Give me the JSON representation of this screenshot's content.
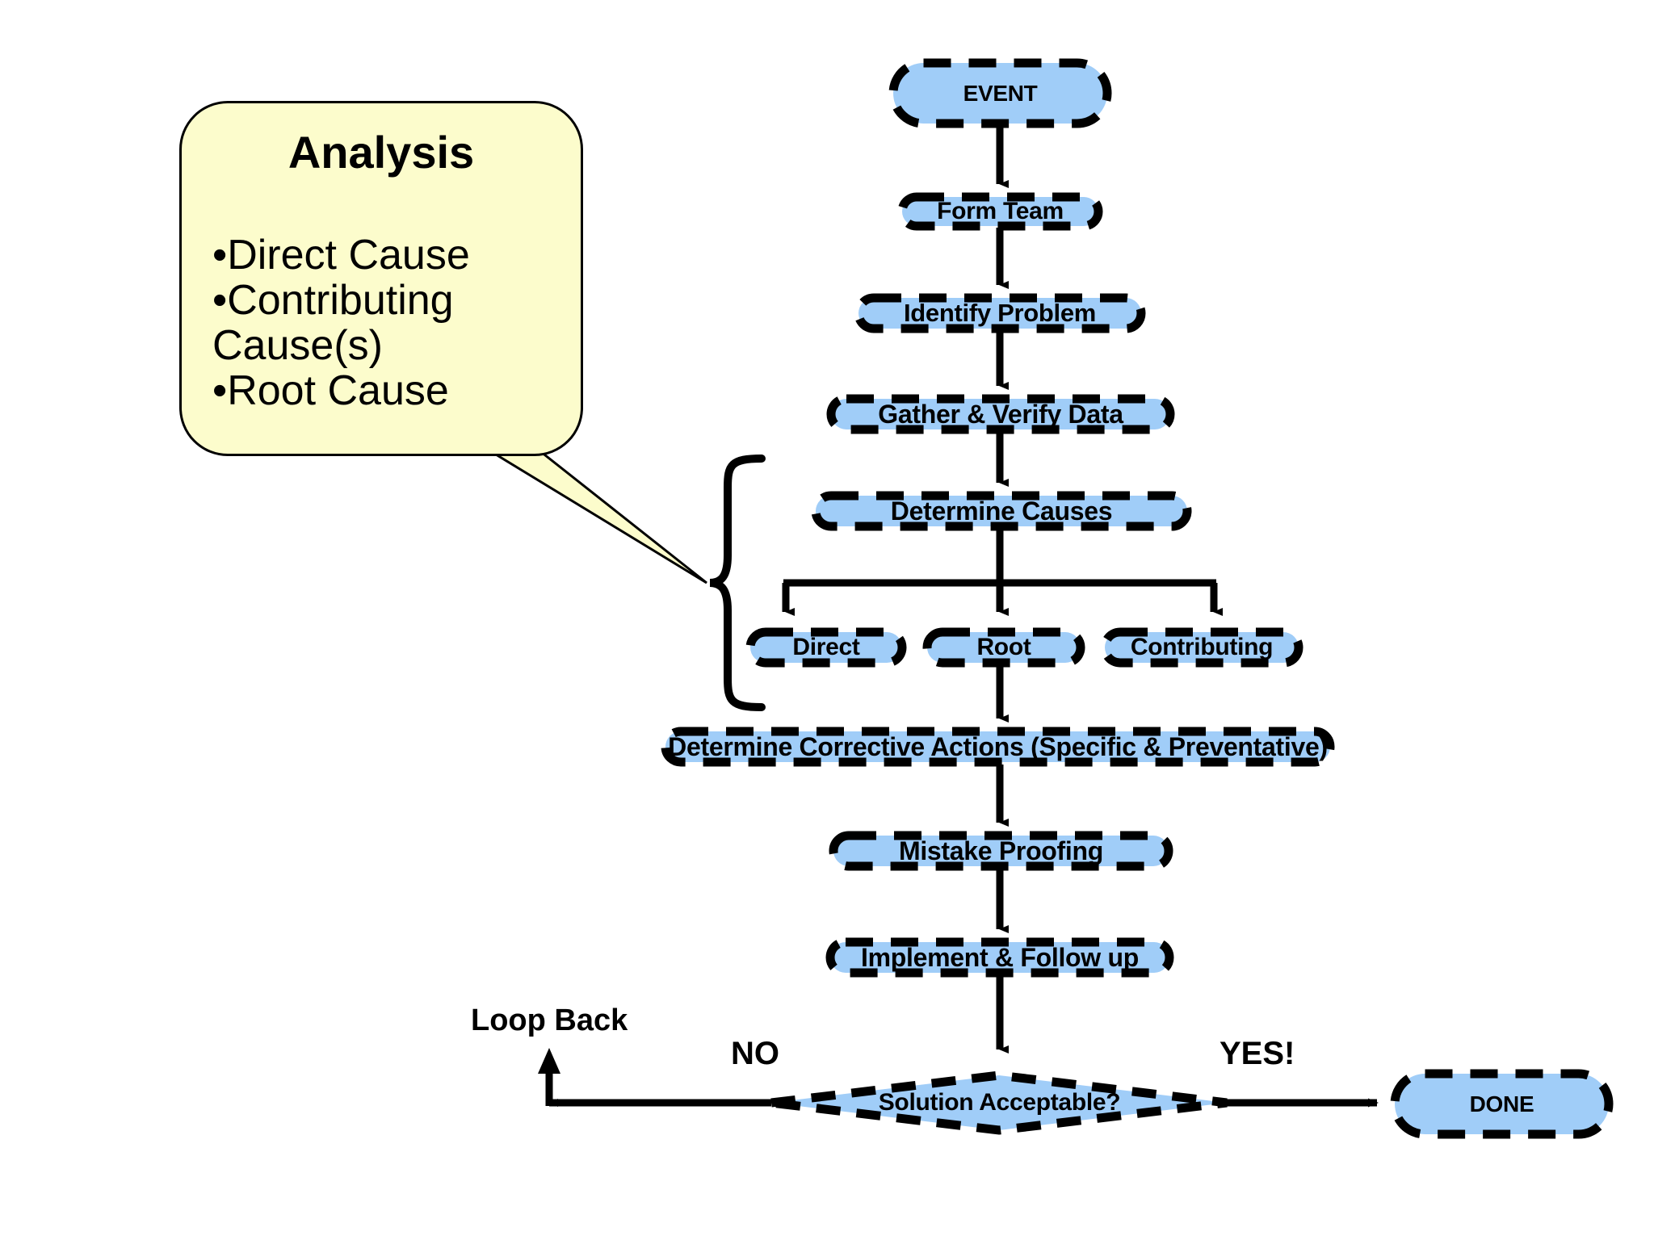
{
  "diagram": {
    "title": "Root Cause Analysis Flowchart",
    "colors": {
      "node_fill": "#A0CDF8",
      "node_border": "#000000",
      "callout_fill": "#FCFCCC",
      "callout_border": "#000000",
      "connector": "#000000",
      "background": "#FFFFFF"
    }
  },
  "callout": {
    "title": "Analysis",
    "items": [
      "•Direct Cause",
      "•Contributing",
      "Cause(s)",
      "•Root Cause"
    ]
  },
  "nodes": {
    "event": {
      "label": "EVENT",
      "shape": "stadium"
    },
    "form_team": {
      "label": "Form Team",
      "shape": "stadium"
    },
    "identify_problem": {
      "label": "Identify Problem",
      "shape": "stadium"
    },
    "gather_verify_data": {
      "label": "Gather & Verify Data",
      "shape": "stadium"
    },
    "determine_causes": {
      "label": "Determine Causes",
      "shape": "stadium"
    },
    "direct": {
      "label": "Direct",
      "shape": "stadium"
    },
    "root": {
      "label": "Root",
      "shape": "stadium"
    },
    "contributing": {
      "label": "Contributing",
      "shape": "stadium"
    },
    "corrective_actions": {
      "label": "Determine Corrective Actions (Specific & Preventative)",
      "shape": "stadium"
    },
    "mistake_proofing": {
      "label": "Mistake Proofing",
      "shape": "stadium"
    },
    "implement_follow_up": {
      "label": "Implement & Follow up",
      "shape": "stadium"
    },
    "solution_acceptable": {
      "label": "Solution Acceptable?",
      "shape": "diamond"
    },
    "done": {
      "label": "DONE",
      "shape": "stadium"
    }
  },
  "edge_labels": {
    "loop_back": "Loop Back",
    "no": "NO",
    "yes": "YES!"
  }
}
